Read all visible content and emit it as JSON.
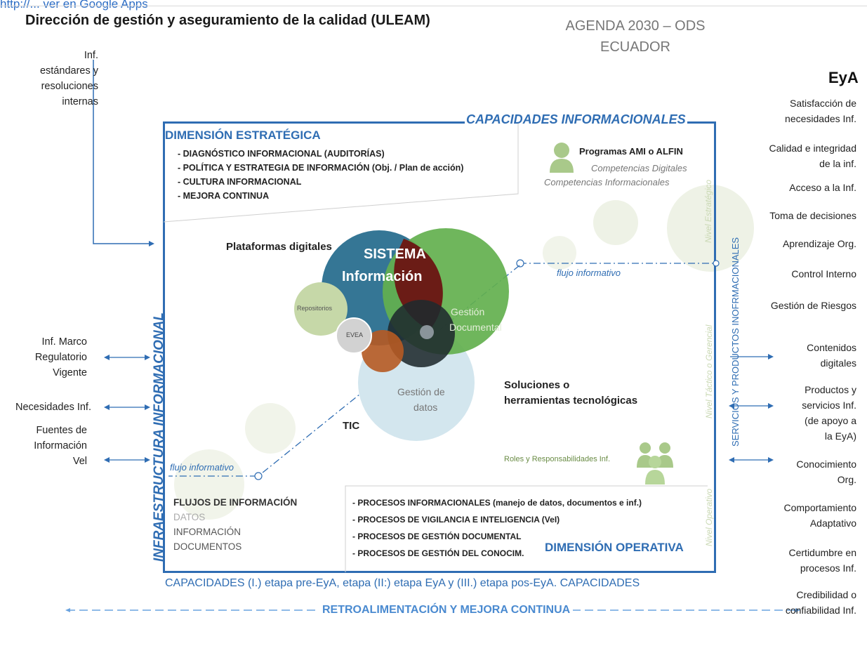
{
  "header": {
    "link_text": "http://... ver en Google Apps",
    "title": "Dirección de gestión y aseguramiento de la calidad (ULEAM)",
    "agenda_line1": "AGENDA 2030 – ODS",
    "agenda_line2": "ECUADOR"
  },
  "left": {
    "top_input": [
      "Inf.",
      "estándares y",
      "resoluciones",
      "internas"
    ],
    "inputs": [
      [
        "Inf. Marco",
        "Regulatorio",
        "Vigente"
      ],
      [
        "Necesidades Inf."
      ],
      [
        "Fuentes de",
        "Información",
        "Vel"
      ]
    ]
  },
  "right": {
    "eya": "EyA",
    "outcomes": [
      [
        "Satisfacción de",
        "necesidades Inf."
      ],
      [
        "Calidad e integridad",
        "de la inf."
      ],
      [
        "Acceso a la Inf."
      ],
      [
        "Toma de decisiones"
      ],
      [
        "Aprendizaje Org."
      ],
      [
        "Control Interno"
      ],
      [
        "Gestión de Riesgos"
      ],
      [
        "Contenidos",
        "digitales"
      ],
      [
        "Productos y",
        "servicios Inf.",
        "(de apoyo a",
        "la EyA)"
      ],
      [
        "Conocimiento",
        "Org."
      ],
      [
        "Comportamiento",
        "Adaptativo"
      ],
      [
        "Certidumbre en",
        "procesos Inf."
      ],
      [
        "Credibilidad o",
        "confiabilidad Inf."
      ]
    ]
  },
  "frame": {
    "capacidades_top": "CAPACIDADES INFORMACIONALES",
    "infraestructura": "INFRAESTRUCTURA INFORMACIONAL",
    "servicios": "SERVICIOS Y PRODUCTOS INOFRMACIONALES",
    "nivel_estrategico": "Nivel Estratégico",
    "nivel_tactico": "Nivel Táctico o Gerencial",
    "nivel_operativo": "Nivel Operativo",
    "capacidades_bottom": "CAPACIDADES (I.) etapa pre-EyA, etapa (II:) etapa EyA y (III.) etapa pos-EyA. CAPACIDADES",
    "retro": "RETROALIMENTACIÓN Y MEJORA CONTINUA"
  },
  "estrategica": {
    "title": "DIMENSIÓN ESTRATÉGICA",
    "items": [
      "- DIAGNÓSTICO INFORMACIONAL (AUDITORÍAS)",
      "- POLÍTICA Y ESTRATEGIA DE INFORMACIÓN (Obj. / Plan de acción)",
      "- CULTURA INFORMACIONAL",
      "- MEJORA CONTINUA"
    ],
    "programas": "Programas AMI o ALFIN",
    "comp_digitales": "Competencias Digitales",
    "comp_info": "Competencias Informacionales"
  },
  "center": {
    "plataformas": "Plataformas digitales",
    "sistema": "SISTEMA",
    "informacion": "Información",
    "repositorios": "Repositorios",
    "evea": "EVEA",
    "gestion_doc_1": "Gestión",
    "gestion_doc_2": "Documental",
    "gestion_datos_1": "Gestión de",
    "gestion_datos_2": "datos",
    "soluciones_1": "Soluciones o",
    "soluciones_2": "herramientas tecnológicas",
    "tic": "TIC",
    "flujo": "flujo informativo"
  },
  "operativa": {
    "roles": "Roles y Responsabilidades Inf.",
    "flujos": [
      "FLUJOS DE INFORMACIÓN",
      "DATOS",
      "INFORMACIÓN",
      "DOCUMENTOS"
    ],
    "items": [
      "- PROCESOS INFORMACIONALES (manejo de datos, documentos e inf.)",
      "- PROCESOS DE VIGILANCIA E INTELIGENCIA (VeI)",
      "- PROCESOS DE GESTIÓN DOCUMENTAL",
      "- PROCESOS DE GESTIÓN DEL CONOCIM."
    ],
    "title": "DIMENSIÓN OPERATIVA"
  },
  "colors": {
    "frame_blue": "#2f6db3",
    "teal": "#2a6f8f",
    "green": "#63b04e",
    "dark_red": "#6b1c16",
    "orange": "#b65a22",
    "light_blue": "#d3e6ee",
    "pale_green": "#e8efdc"
  }
}
